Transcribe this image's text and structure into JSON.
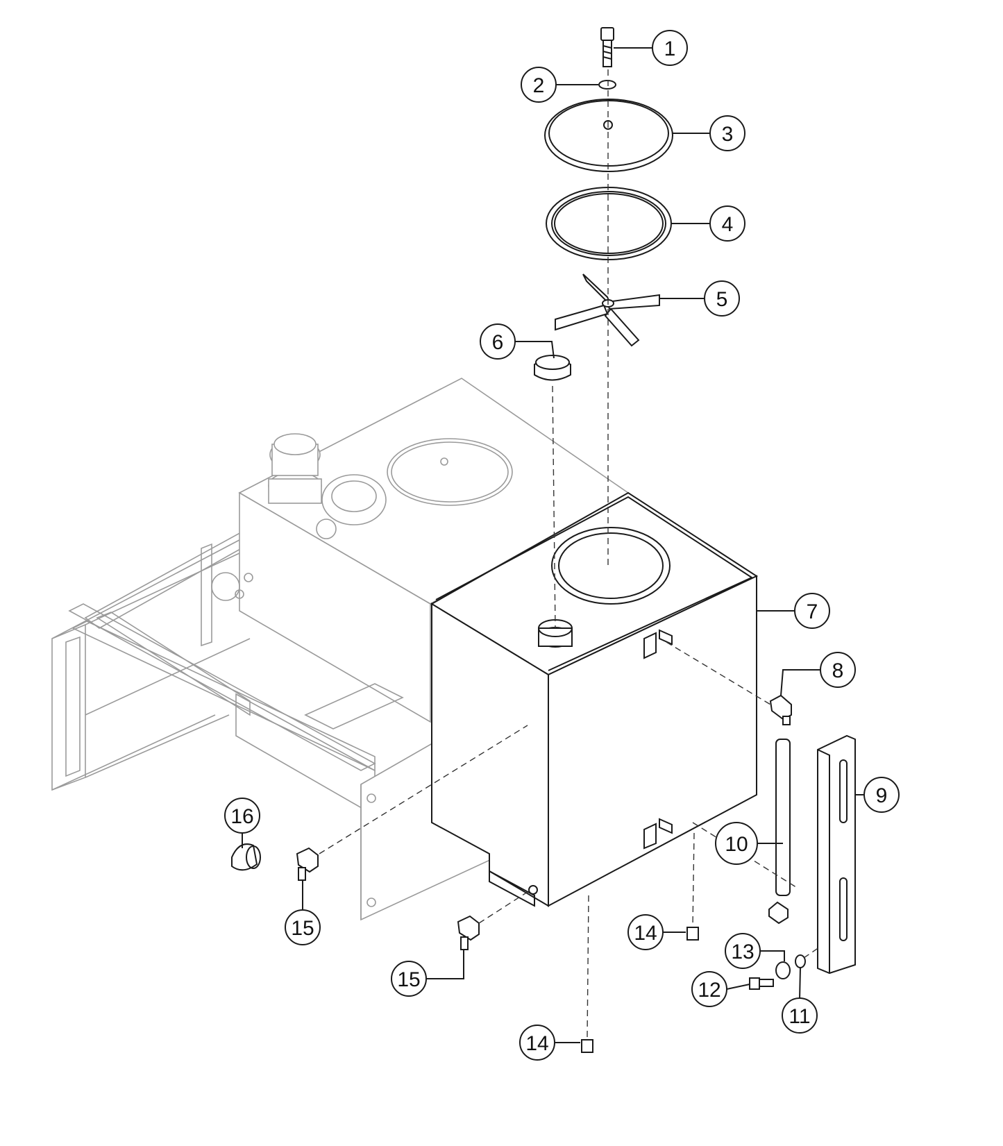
{
  "callouts": [
    {
      "label": "1"
    },
    {
      "label": "2"
    },
    {
      "label": "3"
    },
    {
      "label": "4"
    },
    {
      "label": "5"
    },
    {
      "label": "6"
    },
    {
      "label": "7"
    },
    {
      "label": "8"
    },
    {
      "label": "9"
    },
    {
      "label": "10"
    },
    {
      "label": "11"
    },
    {
      "label": "12"
    },
    {
      "label": "13"
    },
    {
      "label": "14"
    },
    {
      "label": "14"
    },
    {
      "label": "15"
    },
    {
      "label": "15"
    },
    {
      "label": "16"
    }
  ]
}
